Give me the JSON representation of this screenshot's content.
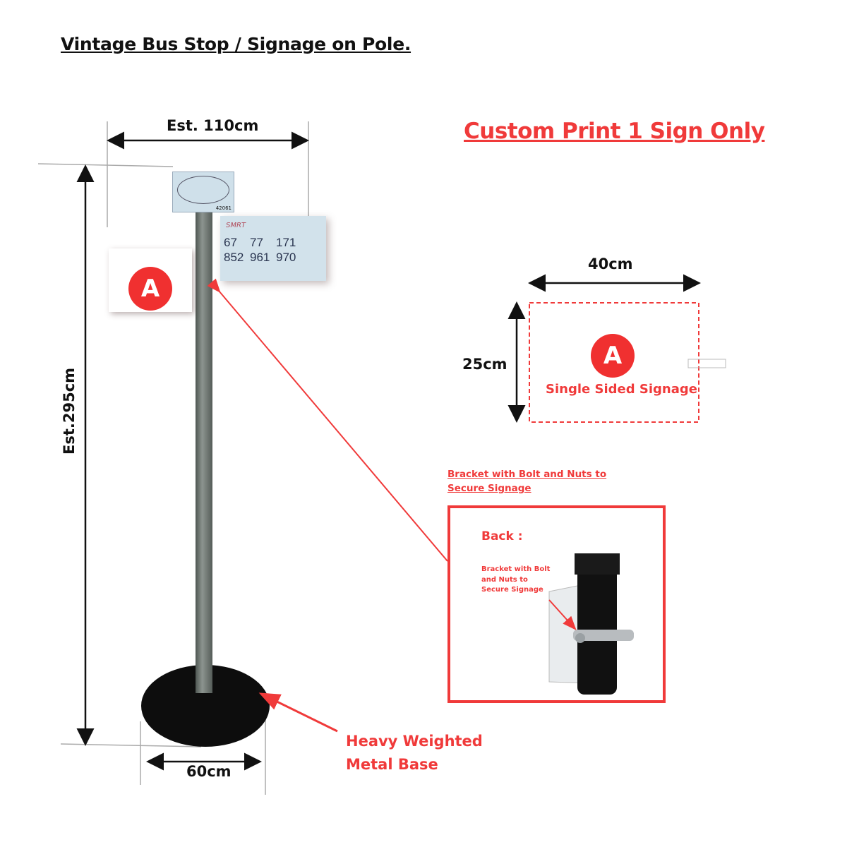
{
  "header": {
    "title": "Vintage Bus Stop / Signage on Pole."
  },
  "custom_print": {
    "title": "Custom Print 1 Sign Only"
  },
  "dimensions": {
    "width_top": "Est. 110cm",
    "height": "Est.295cm",
    "base_width": "60cm",
    "sign_width": "40cm",
    "sign_height": "25cm"
  },
  "pole_sign": {
    "badge": "A",
    "stop_code": "42061",
    "operator": "SMRT",
    "routes": [
      "67",
      "77",
      "171",
      "852",
      "961",
      "970"
    ]
  },
  "sign_spec": {
    "badge": "A",
    "label": "Single Sided Signage"
  },
  "bracket": {
    "caption": "Bracket with Bolt and Nuts to Secure Signage",
    "back_label": "Back :",
    "inner_caption": [
      "Bracket with Bolt",
      "and Nuts to",
      "Secure Signage"
    ]
  },
  "base": {
    "label_line1": "Heavy Weighted",
    "label_line2": "Metal Base"
  },
  "colors": {
    "accent": "#f03a3a",
    "pole": "#6f7873",
    "base": "#111111"
  }
}
